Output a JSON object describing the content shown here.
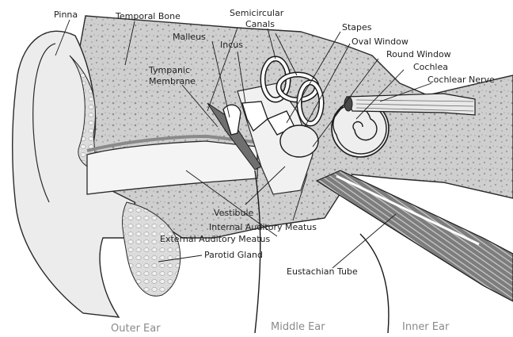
{
  "labels": {
    "pinna": "Pinna",
    "temporal_bone": "Temporal Bone",
    "semicircular_canals_1": "Semicircular",
    "semicircular_canals_2": "Canals",
    "stapes": "Stapes",
    "malleus": "Malleus",
    "incus": "Incus",
    "oval_window": "Oval Window",
    "round_window": "Round Window",
    "tympanic_membrane_1": "Tympanic",
    "tympanic_membrane_2": "Membrane",
    "cochlea": "Cochlea",
    "cochlear_nerve": "Cochlear Nerve",
    "vestibule": "Vestibule",
    "internal_auditory_meatus": "Internal Auditory Meatus",
    "external_auditory_meatus": "External Auditory Meatus",
    "parotid_gland": "Parotid Gland",
    "eustachian_tube": "Eustachian Tube"
  },
  "sections": {
    "outer_ear": "Outer Ear",
    "middle_ear": "Middle Ear",
    "inner_ear": "Inner Ear"
  },
  "colors": {
    "bone": "#c8c8c8",
    "soft_tissue": "#e6e6e6",
    "tube": "#9a9a9a",
    "line": "#1a1a1a"
  }
}
